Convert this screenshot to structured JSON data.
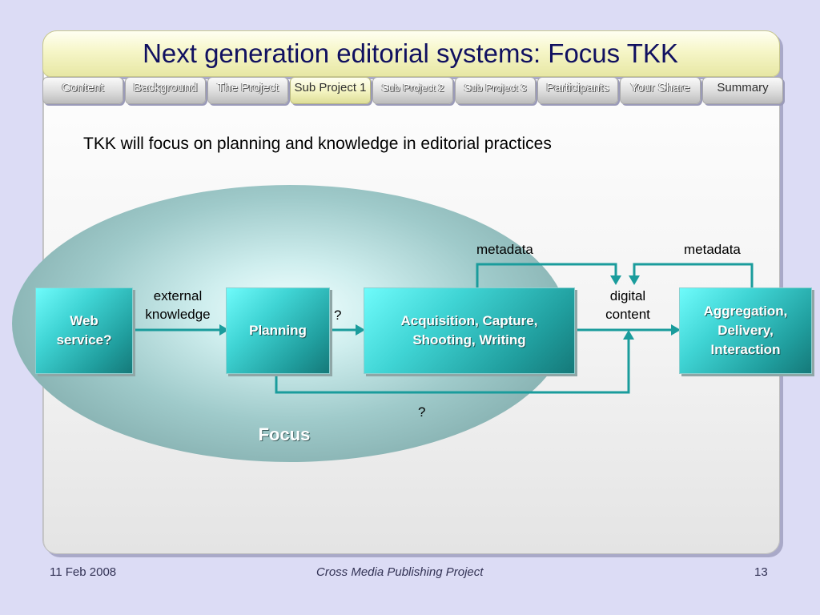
{
  "slide": {
    "title": "Next generation editorial systems: Focus TKK",
    "subtitle": "TKK will focus on planning and knowledge in editorial practices"
  },
  "nav": {
    "tabs": [
      {
        "label": "Content"
      },
      {
        "label": "Background"
      },
      {
        "label": "The Project"
      },
      {
        "label": "Sub Project 1"
      },
      {
        "label": "Sub Project 2"
      },
      {
        "label": "Sub Project 3"
      },
      {
        "label": "Participants"
      },
      {
        "label": "Your Share"
      },
      {
        "label": "Summary"
      }
    ],
    "active_tab": "Sub Project 1"
  },
  "diagram": {
    "focus_label": "Focus",
    "boxes": {
      "web_service": "Web service?",
      "planning": "Planning",
      "acquisition": "Acquisition, Capture, Shooting, Writing",
      "aggregation": "Aggregation, Delivery, Interaction"
    },
    "labels": {
      "external_knowledge": "external knowledge",
      "question_planning": "?",
      "question_bottom": "?",
      "metadata_left": "metadata",
      "metadata_right": "metadata",
      "digital_content": "digital content"
    },
    "colors": {
      "box": "#3fd4d4",
      "arrow": "#1a9c9c",
      "ellipse": "#9fcaca"
    }
  },
  "footer": {
    "date": "11 Feb 2008",
    "project": "Cross Media Publishing Project",
    "page": "13"
  }
}
